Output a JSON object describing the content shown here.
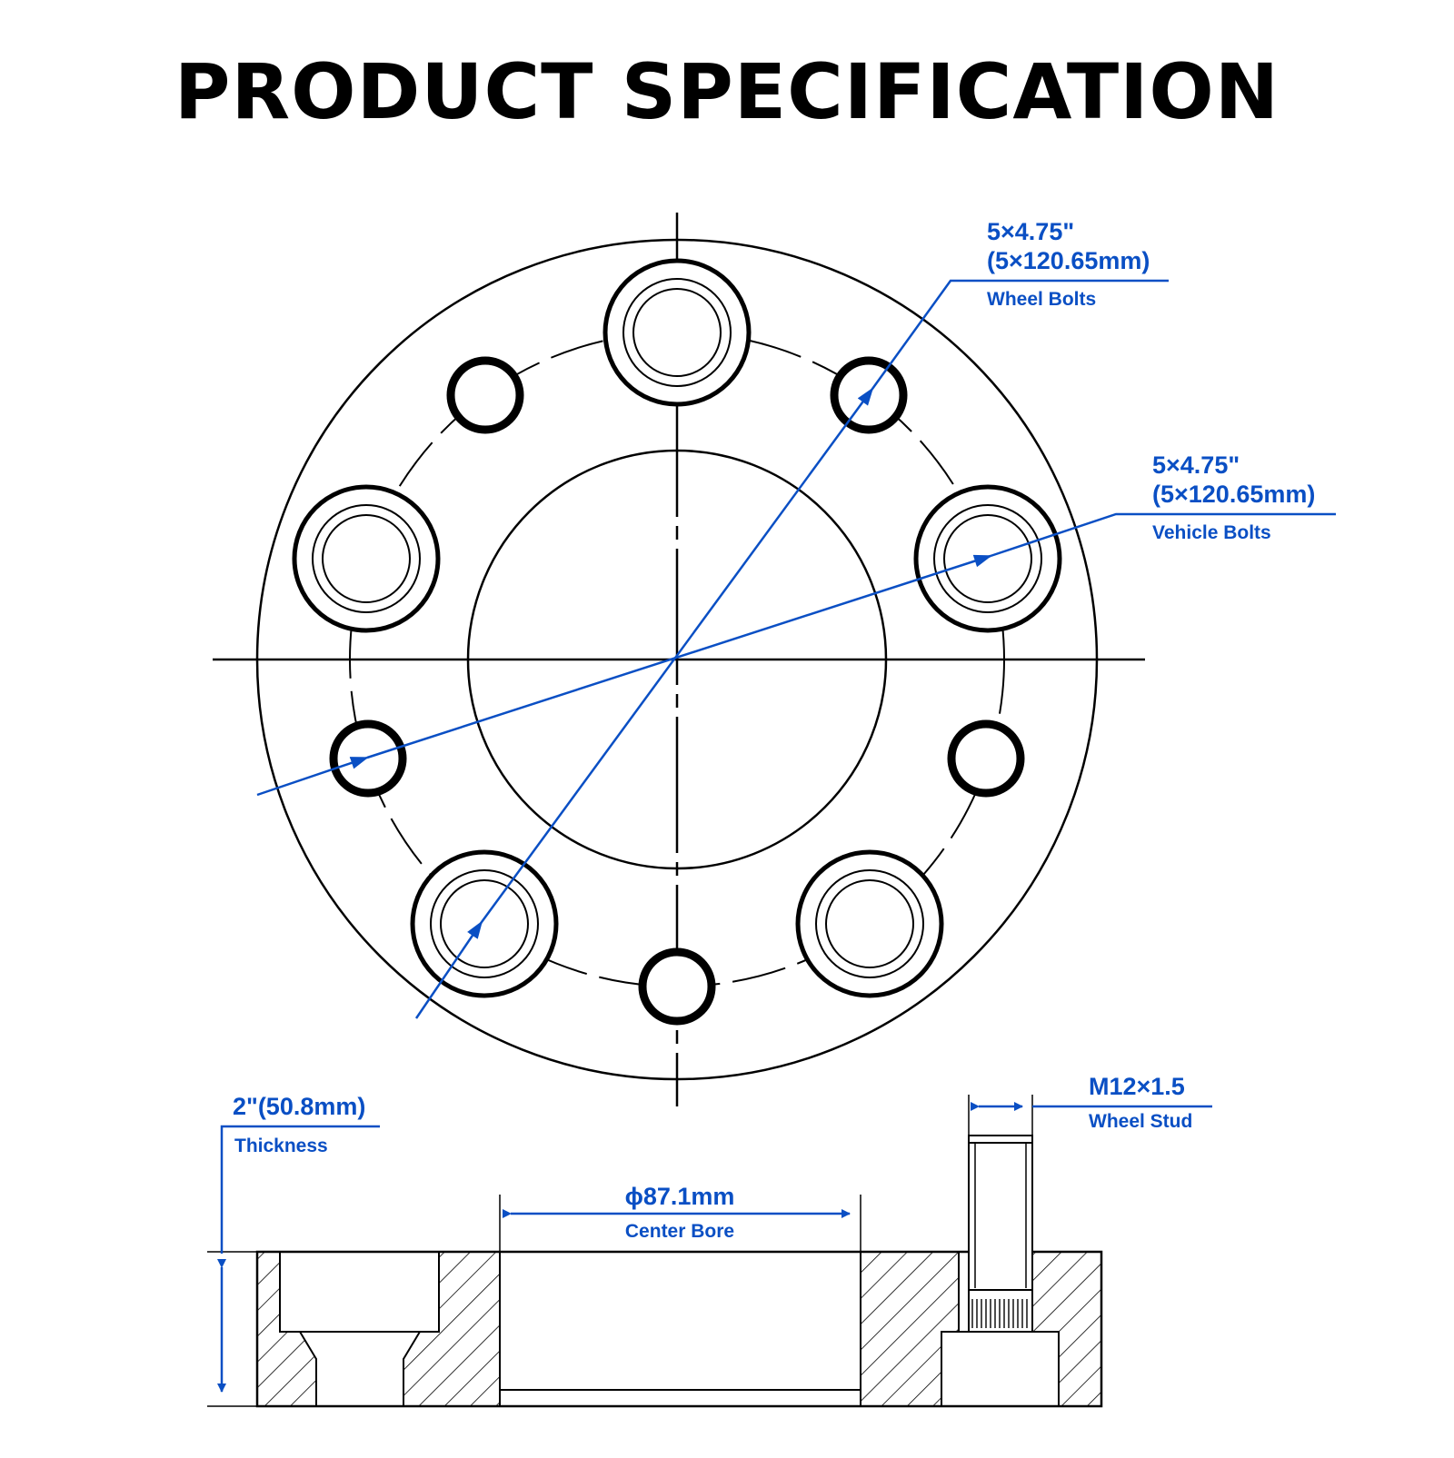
{
  "title": "PRODUCT SPECIFICATION",
  "colors": {
    "accent": "#0a4fc4",
    "line": "#000000",
    "background": "#ffffff"
  },
  "callouts": {
    "wheel_bolts": {
      "value": "5×4.75\"",
      "metric": "(5×120.65mm)",
      "label": "Wheel Bolts"
    },
    "vehicle_bolts": {
      "value": "5×4.75\"",
      "metric": "(5×120.65mm)",
      "label": "Vehicle Bolts"
    },
    "thickness": {
      "value": "2\"(50.8mm)",
      "label": "Thickness"
    },
    "center_bore": {
      "value": "ϕ87.1mm",
      "label": "Center Bore"
    },
    "wheel_stud": {
      "value": "M12×1.5",
      "label": "Wheel Stud"
    }
  }
}
